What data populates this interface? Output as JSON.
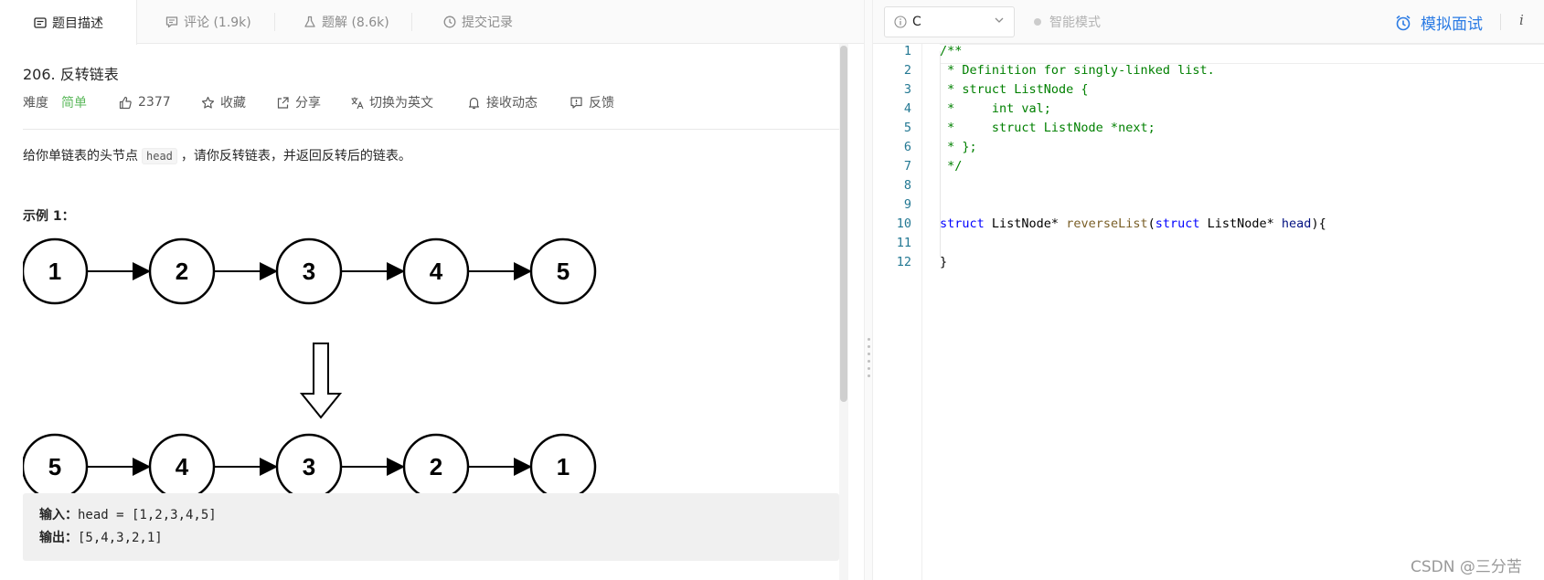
{
  "tabs": [
    {
      "label": "题目描述",
      "icon": "description-icon",
      "active": true
    },
    {
      "label": "评论 (1.9k)",
      "icon": "comment-icon",
      "active": false
    },
    {
      "label": "题解 (8.6k)",
      "icon": "flask-icon",
      "active": false
    },
    {
      "label": "提交记录",
      "icon": "history-icon",
      "active": false
    }
  ],
  "problem": {
    "title": "206. 反转链表",
    "difficulty_label": "难度",
    "difficulty": "简单",
    "likes": "2377",
    "actions": [
      "收藏",
      "分享",
      "切换为英文",
      "接收动态",
      "反馈"
    ],
    "desc_before": "给你单链表的头节点",
    "desc_code": "head",
    "desc_after": "，请你反转链表，并返回反转后的链表。",
    "example_label": "示例 1：",
    "diagram_top": [
      "1",
      "2",
      "3",
      "4",
      "5"
    ],
    "diagram_bottom": [
      "5",
      "4",
      "3",
      "2",
      "1"
    ],
    "input_label": "输入：",
    "input_value": "head = [1,2,3,4,5]",
    "output_label": "输出：",
    "output_value": "[5,4,3,2,1]"
  },
  "editor_toolbar": {
    "language": "C",
    "smart_mode": "智能模式",
    "mock_interview": "模拟面试",
    "info": "i"
  },
  "code": {
    "line_numbers": [
      "1",
      "2",
      "3",
      "4",
      "5",
      "6",
      "7",
      "8",
      "9",
      "10",
      "11",
      "12"
    ],
    "lines": [
      [
        {
          "t": "/**",
          "c": "com"
        }
      ],
      [
        {
          "t": " * Definition for singly-linked list.",
          "c": "com"
        }
      ],
      [
        {
          "t": " * struct ListNode {",
          "c": "com"
        }
      ],
      [
        {
          "t": " *     int val;",
          "c": "com"
        }
      ],
      [
        {
          "t": " *     struct ListNode *next;",
          "c": "com"
        }
      ],
      [
        {
          "t": " * };",
          "c": "com"
        }
      ],
      [
        {
          "t": " */",
          "c": "com"
        }
      ],
      [],
      [],
      [
        {
          "t": "struct",
          "c": "kw"
        },
        {
          "t": " ListNode* ",
          "c": ""
        },
        {
          "t": "reverseList",
          "c": "fn"
        },
        {
          "t": "(",
          "c": ""
        },
        {
          "t": "struct",
          "c": "kw"
        },
        {
          "t": " ListNode* ",
          "c": ""
        },
        {
          "t": "head",
          "c": "var"
        },
        {
          "t": "){",
          "c": ""
        }
      ],
      [],
      [
        {
          "t": "}",
          "c": ""
        }
      ]
    ]
  },
  "watermark": "CSDN @三分苦"
}
